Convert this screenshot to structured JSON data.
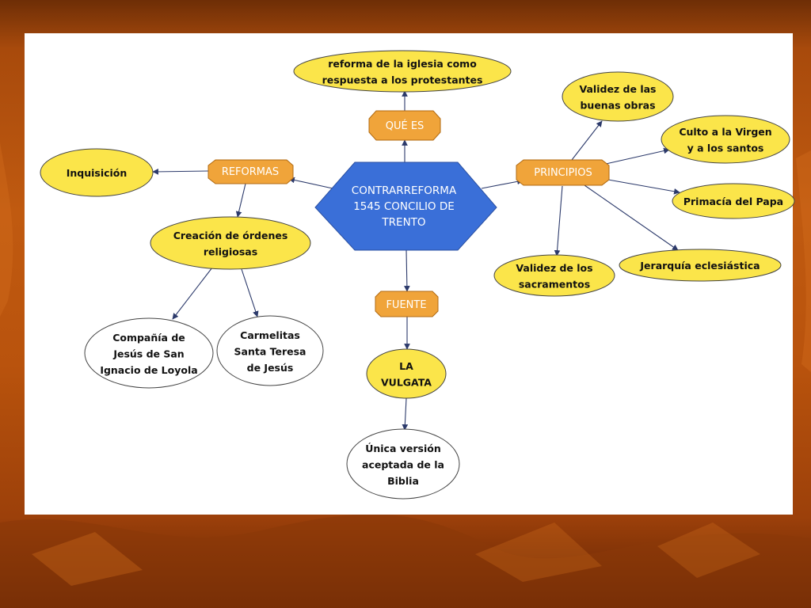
{
  "center": "CONTRARREFORMA\n1545 CONCILIO DE\nTRENTO",
  "links": {
    "que_es": "QUÉ ES",
    "reformas": "REFORMAS",
    "principios": "PRINCIPIOS",
    "fuente": "FUENTE"
  },
  "concepts": {
    "reforma": "reforma de la iglesia como\nrespuesta a los protestantes",
    "inquisicion": "Inquisición",
    "ordenes": "Creación de órdenes\nreligiosas",
    "compania": "Compañía de\nJesús de San\nIgnacio de Loyola",
    "carmelitas": "Carmelitas\nSanta Teresa\nde Jesús",
    "buenas_obras": "Validez de las\nbuenas obras",
    "culto": "Culto a la Virgen\ny a los santos",
    "primacia": "Primacía del Papa",
    "jerarquia": "Jerarquía eclesiástica",
    "sacramentos": "Validez de los\nsacramentos",
    "vulgata": "LA\nVULGATA",
    "biblia": "Única versión\naceptada de la\nBiblia"
  },
  "colors": {
    "center_fill": "#3a6fd8",
    "link_fill": "#f0a43a",
    "concept_fill": "#fbe54a",
    "leaf_fill": "#ffffff",
    "edge": "#2c3a6b",
    "background": "#b9530d"
  }
}
